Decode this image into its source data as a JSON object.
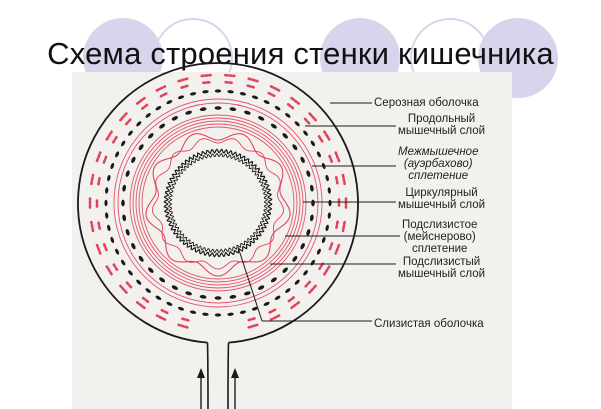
{
  "slide": {
    "title": "Схема строения стенки кишечника"
  },
  "labels": {
    "serous_membrane": "Серозная оболочка",
    "longitudinal_muscle": [
      "Продольный",
      "мышечный слой"
    ],
    "myenteric_plexus": [
      "Межмышечное",
      "(ауэрбахово)",
      "сплетение"
    ],
    "circular_muscle": [
      "Циркулярный",
      "мышечный слой"
    ],
    "submucosal_plexus": [
      "Подслизистое",
      "(мейснерово)",
      "сплетение"
    ],
    "submucosal_muscle": [
      "Подслизистый",
      "мышечный слой"
    ],
    "mucosa": "Слизистая оболочка"
  },
  "colors": {
    "accent": "#d9d3ec",
    "red_layer": "#e0445c",
    "ink": "#1a1a1a",
    "card_background": "#f3f1ee"
  }
}
